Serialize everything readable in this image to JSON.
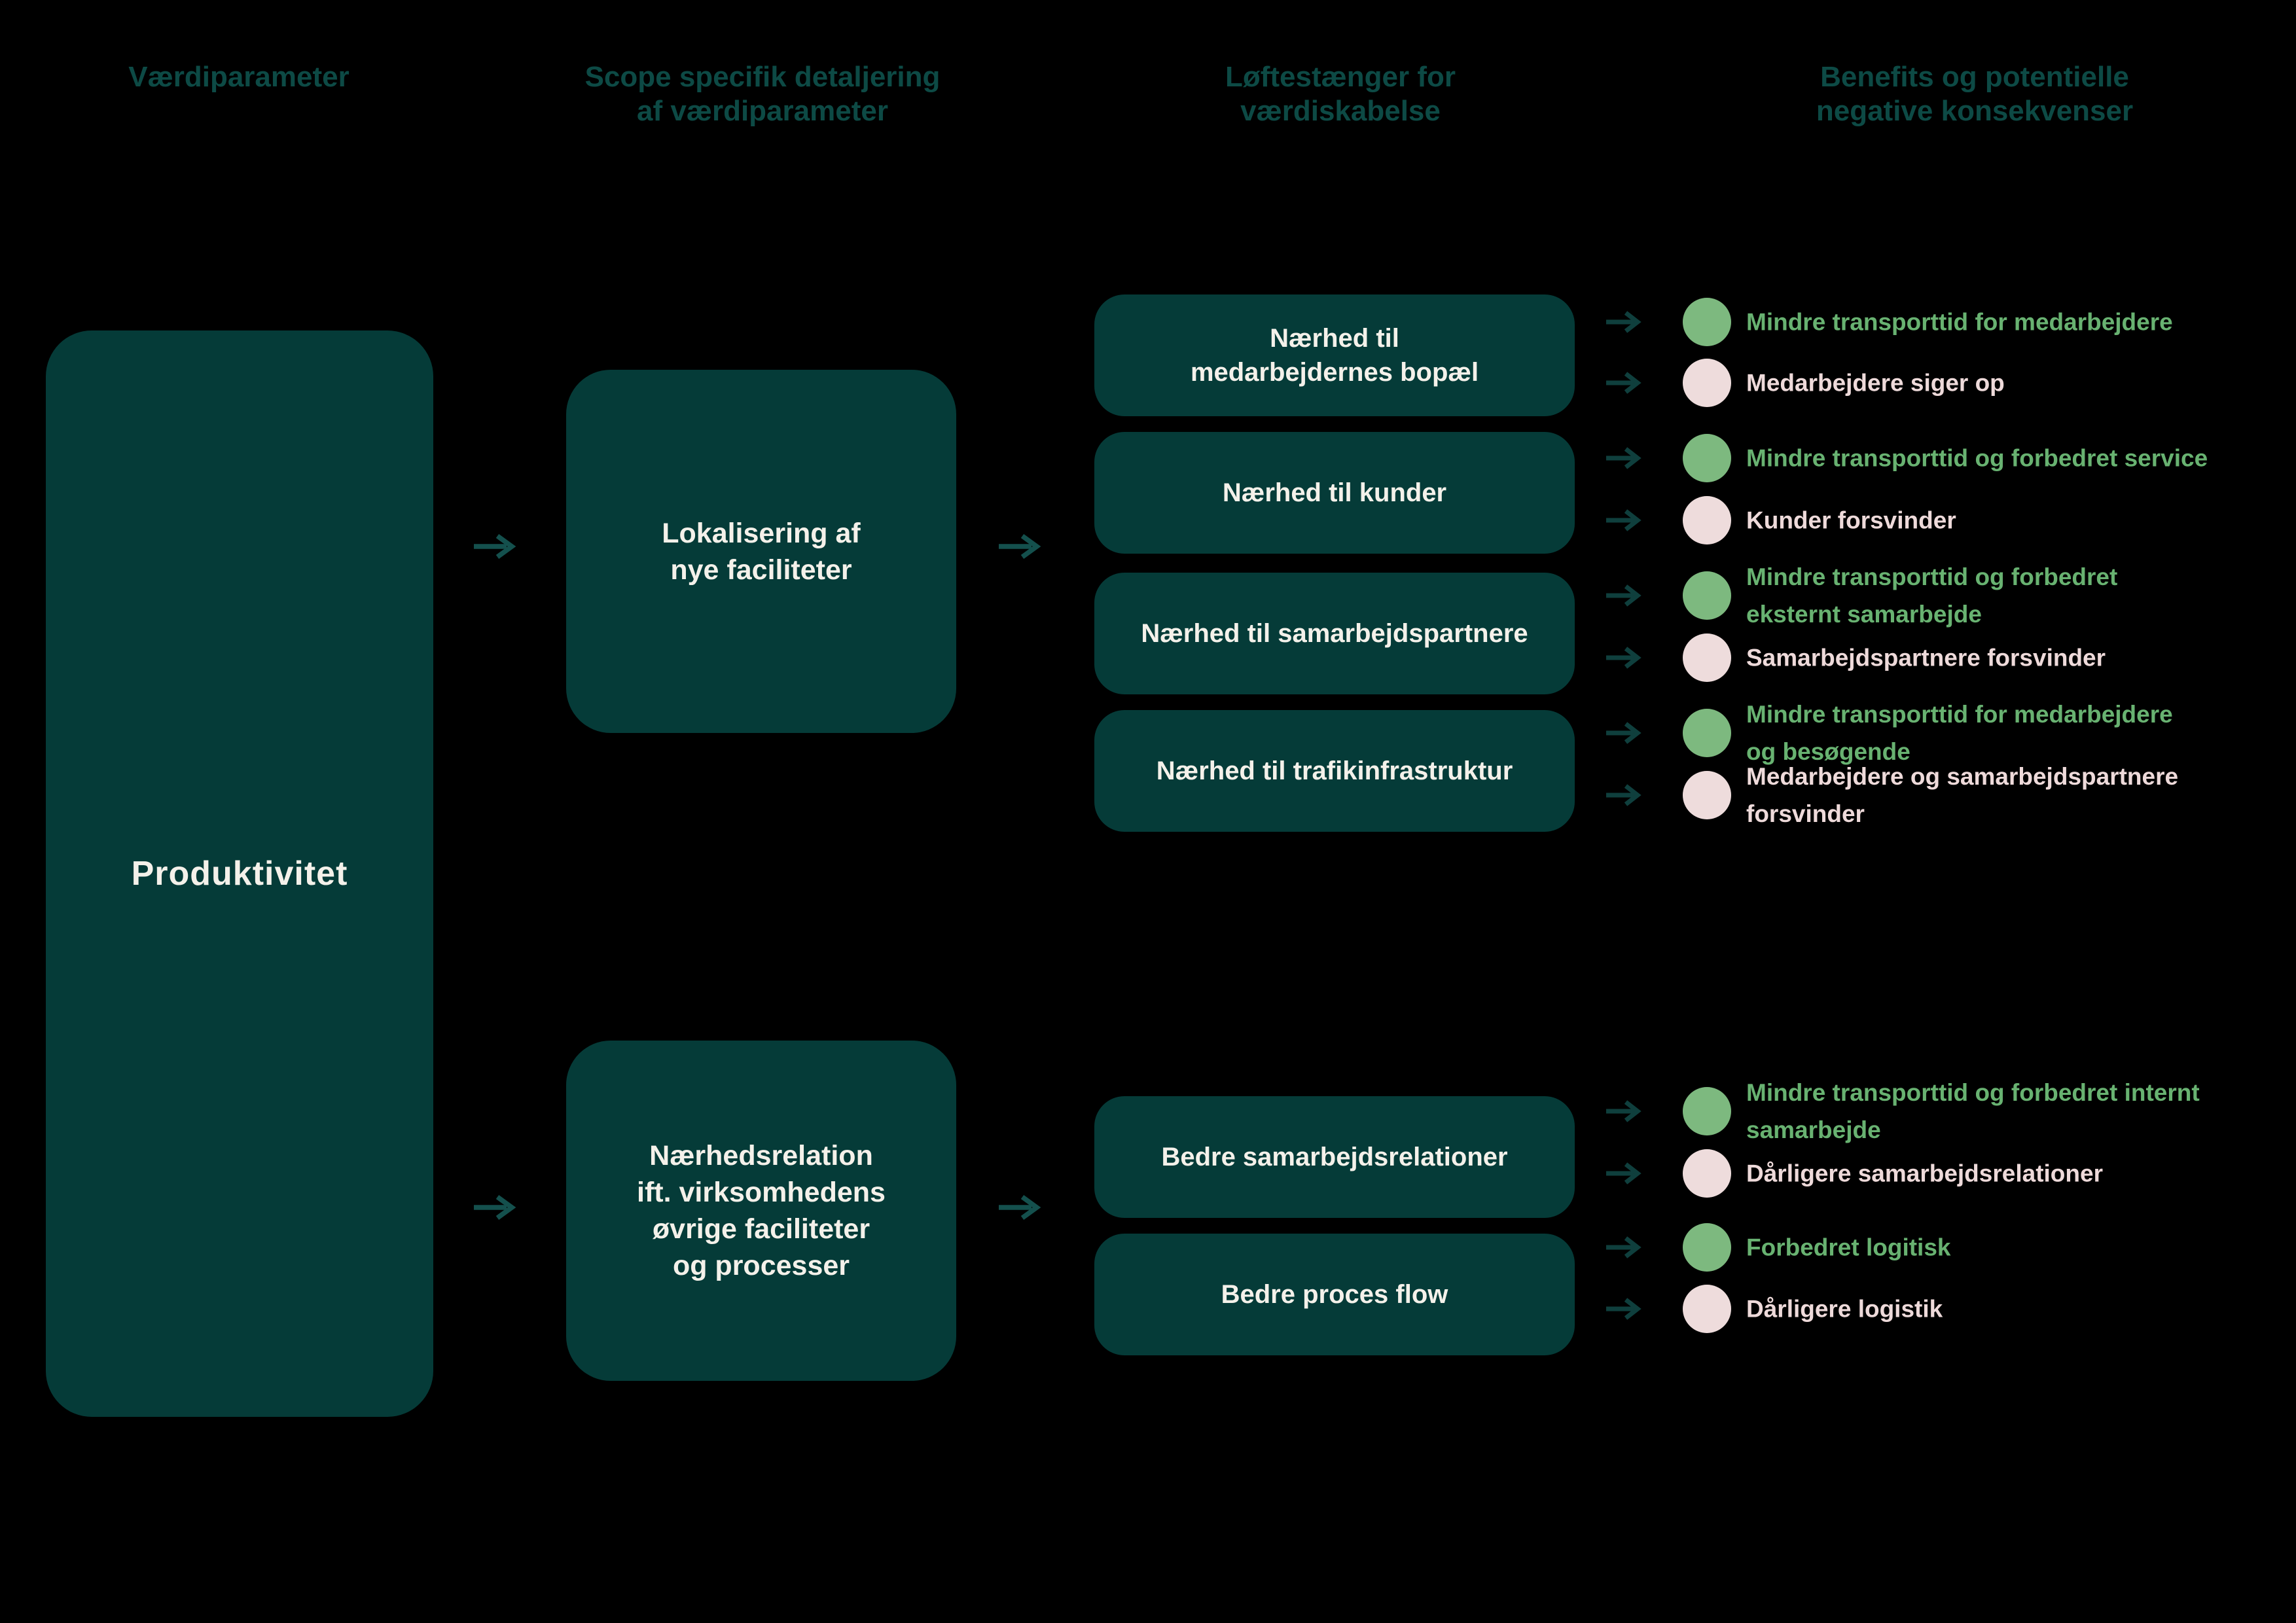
{
  "colors": {
    "background": "#000000",
    "box_fill": "#053B38",
    "header_text": "#0D4A45",
    "box_text": "#F4F1EA",
    "flow_arrow": "#14504D",
    "benefit_arrow": "#0F3F3D",
    "positive_dot": "#7DB97F",
    "positive_text": "#68B271",
    "negative_dot": "#EEDCDC",
    "negative_text": "#EEDADA"
  },
  "headers": [
    {
      "label": "Værdiparameter"
    },
    {
      "label": "Scope specifik detaljering\naf værdiparameter"
    },
    {
      "label": "Løftestænger for\nværdiskabelse"
    },
    {
      "label": "Benefits og potentielle\nnegative konsekvenser"
    }
  ],
  "value_parameter": {
    "label": "Produktivitet"
  },
  "scope_details": [
    {
      "label": "Lokalisering af\nnye faciliteter"
    },
    {
      "label": "Nærhedsrelation\nift. virksomhedens\nøvrige faciliteter\nog processer"
    }
  ],
  "levers": [
    {
      "label": "Nærhed til\nmedarbejdernes bopæl"
    },
    {
      "label": "Nærhed til kunder"
    },
    {
      "label": "Nærhed til samarbejdspartnere"
    },
    {
      "label": "Nærhed til trafikinfrastruktur"
    },
    {
      "label": "Bedre samarbejdsrelationer"
    },
    {
      "label": "Bedre proces flow"
    }
  ],
  "benefits": [
    {
      "type": "positive",
      "label": "Mindre transporttid for medarbejdere"
    },
    {
      "type": "negative",
      "label": "Medarbejdere siger op"
    },
    {
      "type": "positive",
      "label": "Mindre transporttid og forbedret service"
    },
    {
      "type": "negative",
      "label": "Kunder forsvinder"
    },
    {
      "type": "positive",
      "label": "Mindre transporttid og forbedret\neksternt samarbejde"
    },
    {
      "type": "negative",
      "label": "Samarbejdspartnere forsvinder"
    },
    {
      "type": "positive",
      "label": "Mindre transporttid for medarbejdere\nog besøgende"
    },
    {
      "type": "negative",
      "label": "Medarbejdere og samarbejdspartnere\nforsvinder"
    },
    {
      "type": "positive",
      "label": "Mindre transporttid og forbedret internt\nsamarbejde"
    },
    {
      "type": "negative",
      "label": "Dårligere samarbejdsrelationer"
    },
    {
      "type": "positive",
      "label": "Forbedret logitisk"
    },
    {
      "type": "negative",
      "label": "Dårligere logistik"
    }
  ]
}
